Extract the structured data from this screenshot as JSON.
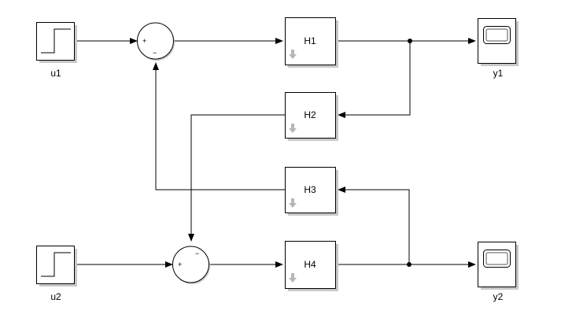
{
  "diagram": {
    "sources": [
      {
        "id": "u1",
        "label": "u1",
        "icon": "step-icon"
      },
      {
        "id": "u2",
        "label": "u2",
        "icon": "step-icon"
      }
    ],
    "sums": [
      {
        "id": "sum1",
        "top_sign": "",
        "left_sign": "+",
        "bottom_sign": "−"
      },
      {
        "id": "sum2",
        "top_sign": "−",
        "left_sign": "+",
        "bottom_sign": ""
      }
    ],
    "blocks": [
      {
        "id": "H1",
        "label": "H1"
      },
      {
        "id": "H2",
        "label": "H2"
      },
      {
        "id": "H3",
        "label": "H3"
      },
      {
        "id": "H4",
        "label": "H4"
      }
    ],
    "scopes": [
      {
        "id": "y1",
        "label": "y1",
        "icon": "scope-icon"
      },
      {
        "id": "y2",
        "label": "y2",
        "icon": "scope-icon"
      }
    ],
    "connections": [
      [
        "u1",
        "sum1"
      ],
      [
        "sum1",
        "H1"
      ],
      [
        "H1",
        "y1"
      ],
      [
        "H1",
        "H2"
      ],
      [
        "H2",
        "sum2"
      ],
      [
        "u2",
        "sum2"
      ],
      [
        "sum2",
        "H4"
      ],
      [
        "H4",
        "y2"
      ],
      [
        "H4",
        "H3"
      ],
      [
        "H3",
        "sum1"
      ]
    ]
  }
}
